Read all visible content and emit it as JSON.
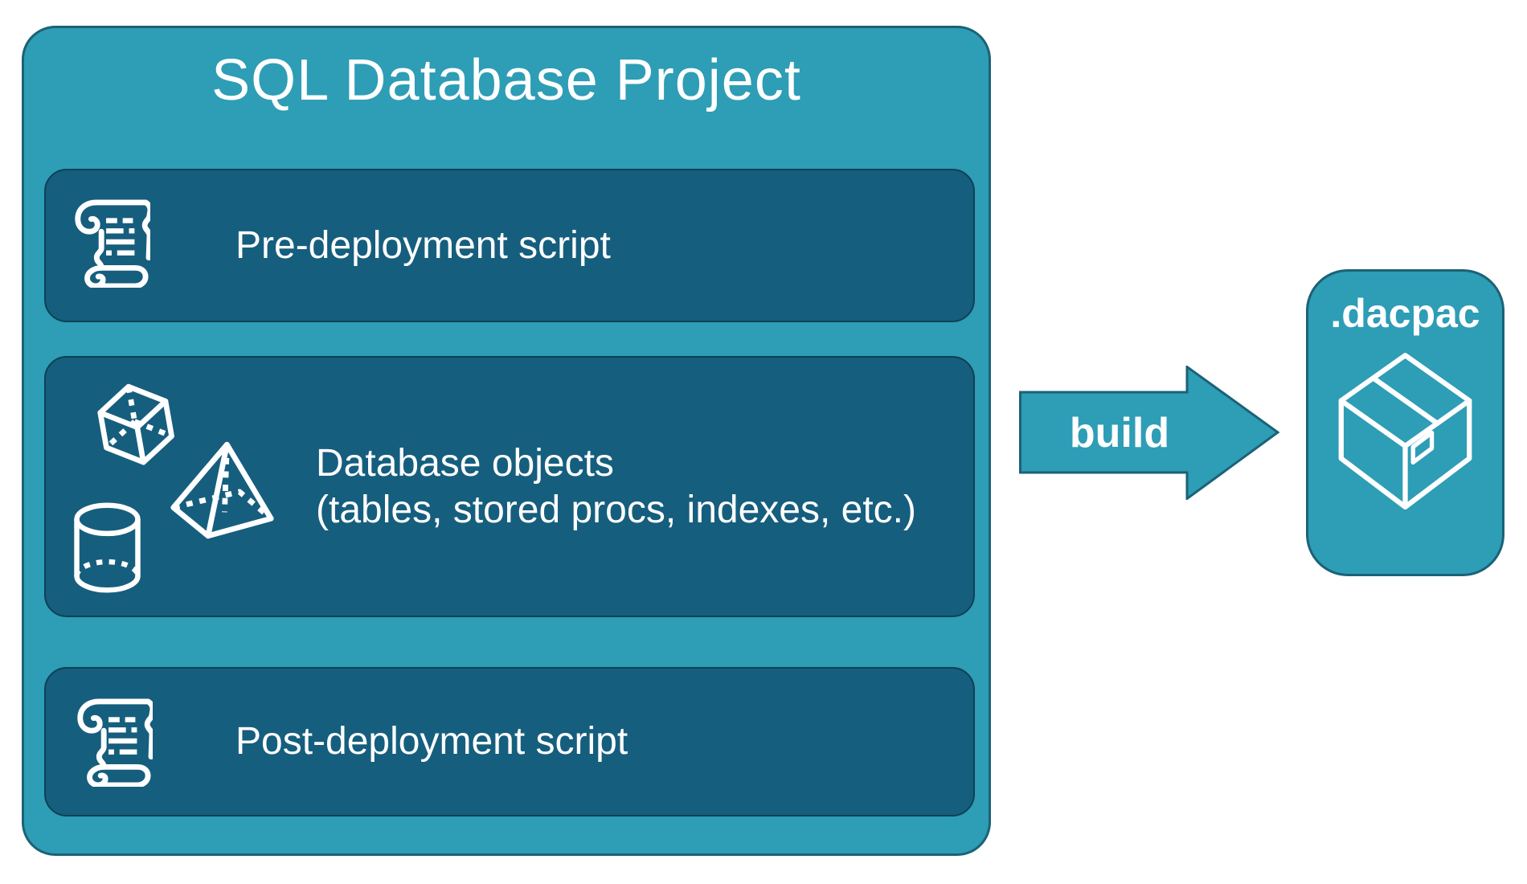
{
  "colors": {
    "teal": "#2E9DB6",
    "teal_border": "#1B6277",
    "dark": "#165E7E",
    "dark_border": "#0D4156",
    "text": "#FFFFFF"
  },
  "project": {
    "title": "SQL Database Project",
    "boxes": [
      {
        "label": "Pre-deployment script",
        "icon": "scroll-icon"
      },
      {
        "label": "Database objects",
        "sublabel": "(tables, stored procs, indexes, etc.)",
        "icons": [
          "cube-icon",
          "pyramid-icon",
          "cylinder-icon"
        ]
      },
      {
        "label": "Post-deployment script",
        "icon": "scroll-icon"
      }
    ]
  },
  "arrow": {
    "label": "build"
  },
  "output": {
    "label": ".dacpac",
    "icon": "package-icon"
  }
}
